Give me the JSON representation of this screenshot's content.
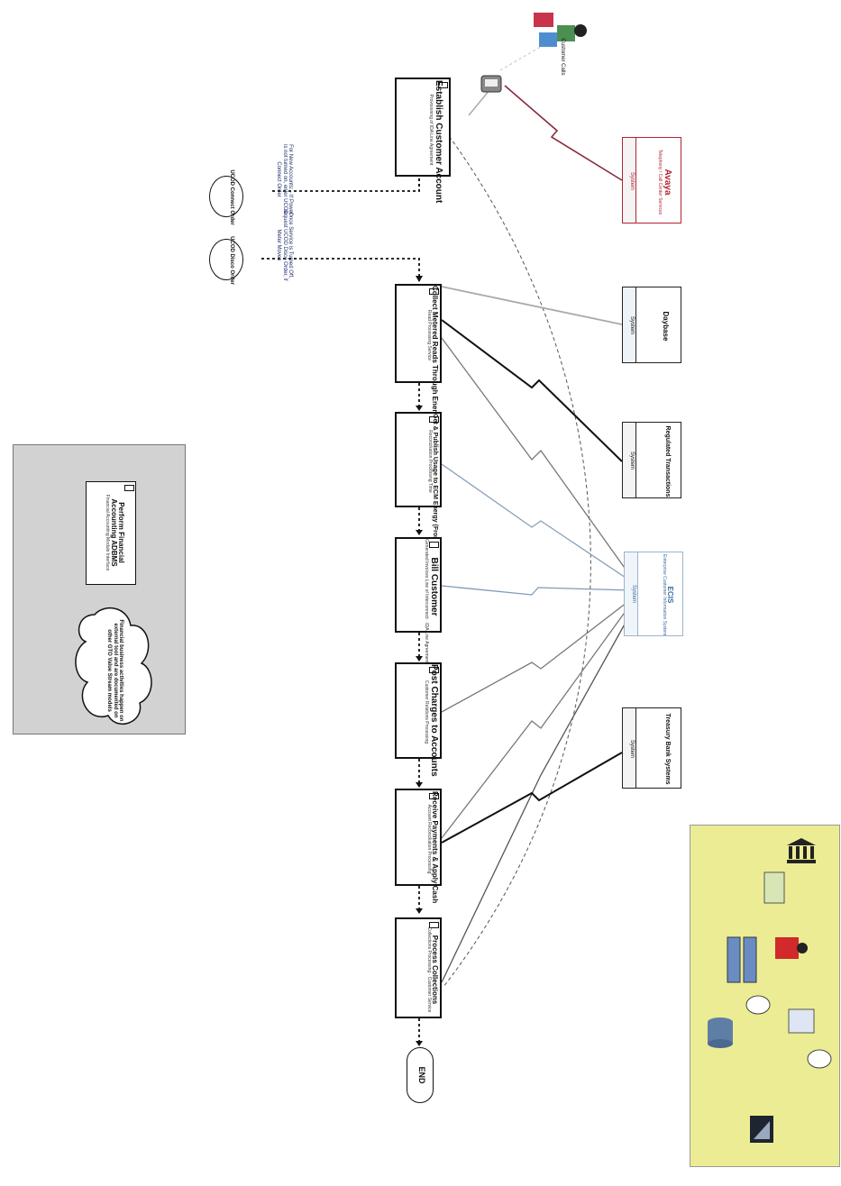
{
  "process_steps": [
    {
      "title": "Establish Customer Account",
      "subtitle": "Provisioning of IDA Line Agreement"
    },
    {
      "title": "Collect Metered Reads Through Energy Supplier",
      "subtitle": "Read Processing Service"
    },
    {
      "title": "Get & Publish Usage to ECM Energy (From ECM ERP)",
      "subtitle": "Reconciliation Processing Time"
    },
    {
      "title": "Bill Customer",
      "subtitle": "Generated Invoices Line of Interconnect · IDA Line Agreement"
    },
    {
      "title": "Post Charges to Accounts",
      "subtitle": "Customer Relations Processing"
    },
    {
      "title": "Receive Payments & Apply Cash",
      "subtitle": "Account Reconciliation Processing"
    },
    {
      "title": "Process Collections",
      "subtitle": "Collections Processing · Customer Service"
    }
  ],
  "end_terminal": "END",
  "order_circles": [
    {
      "label": "UCOD Connect Order"
    },
    {
      "label": "UCOD Disco Order"
    }
  ],
  "order_notes": [
    "For New Accounts: - If Power is not turned on, enter UCOD Connect Order",
    "Once Service is Turned Off, request UCOD Disco Order, if Meter Moves"
  ],
  "systems": [
    {
      "name": "Avaya",
      "tag": "System",
      "desc": "Telephony / Call Center Services",
      "color": "#b3232f"
    },
    {
      "name": "Daybase",
      "tag": "System",
      "desc": "",
      "color": "#111111"
    },
    {
      "name": "Regulated Transactions",
      "tag": "System",
      "desc": "",
      "color": "#111111"
    },
    {
      "name": "ECIS",
      "tag": "System",
      "desc": "Enterprise Customer Information System",
      "color": "#3b6aa0"
    },
    {
      "name": "Treasury Bank Systems",
      "tag": "System",
      "desc": "",
      "color": "#111111"
    }
  ],
  "customer_caller": "Customer Calls",
  "side_note": {
    "box_title": "Perform Financial Accounting ADBMS",
    "box_subtitle": "Financial Accounting Module Interface",
    "cloud_text": "Financial business activities happen on external tool and are documented on other GTO Value Stream models"
  },
  "colors": {
    "accent_red": "#b3232f",
    "accent_blue": "#3b6aa0",
    "note_gray": "#d2d2d2",
    "legend_yellow": "#ecec94",
    "connector_gray": "#9a9a9a"
  },
  "legend_icons": [
    "bank-icon",
    "person-icon",
    "server-icon",
    "database-icon",
    "monitor-icon",
    "cloud-icon",
    "document-icon"
  ]
}
